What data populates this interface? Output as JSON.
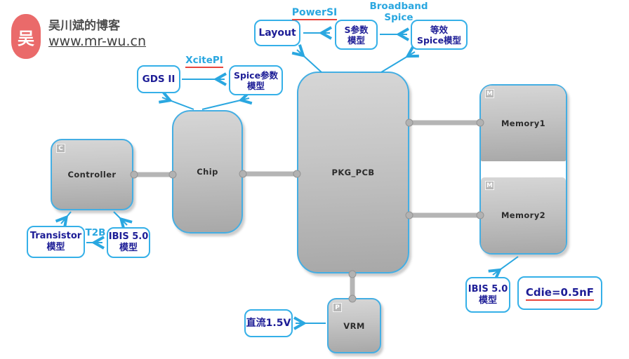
{
  "header": {
    "seal_char": "吴",
    "title": "吴川斌的博客",
    "url": "www.mr-wu.cn"
  },
  "colors": {
    "accent_cyan": "#2aa7e0",
    "box_border_cyan": "#35b0e8",
    "block_border_cyan": "#44aee3",
    "text_navy": "#1d1d96",
    "underline_red": "#e8453c",
    "connector_gray": "#b5b5b5",
    "seal_red": "#ea6a6a"
  },
  "blocks": {
    "controller": {
      "badge": "C",
      "label": "Controller"
    },
    "chip": {
      "label": "Chip"
    },
    "pkg_pcb": {
      "label": "PKG_PCB"
    },
    "memory1": {
      "badge": "M",
      "label": "Memory1"
    },
    "memory2": {
      "badge": "M",
      "label": "Memory2"
    },
    "vrm": {
      "badge": "P",
      "label": "VRM"
    }
  },
  "model_boxes": {
    "layout": {
      "line1": "Layout"
    },
    "s_param": {
      "line1": "S参数",
      "line2": "模型"
    },
    "eq_spice": {
      "line1": "等效",
      "line2": "Spice模型"
    },
    "gds": {
      "line1": "GDS II"
    },
    "spice_param": {
      "line1": "Spice参数",
      "line2": "模型"
    },
    "transistor": {
      "line1": "Transistor",
      "line2": "模型"
    },
    "ibis_controller": {
      "line1": "IBIS 5.0",
      "line2": "模型"
    },
    "ibis_memory": {
      "line1": "IBIS 5.0",
      "line2": "模型"
    },
    "dc_supply": {
      "line1": "直流1.5V"
    },
    "cdie": {
      "line1": "Cdie=0.5nF"
    }
  },
  "tool_labels": {
    "powersi": "PowerSI",
    "broadband_line1": "Broadband",
    "broadband_line2": "Spice",
    "xcitepi": "XcitePI",
    "t2b": "T2B"
  }
}
